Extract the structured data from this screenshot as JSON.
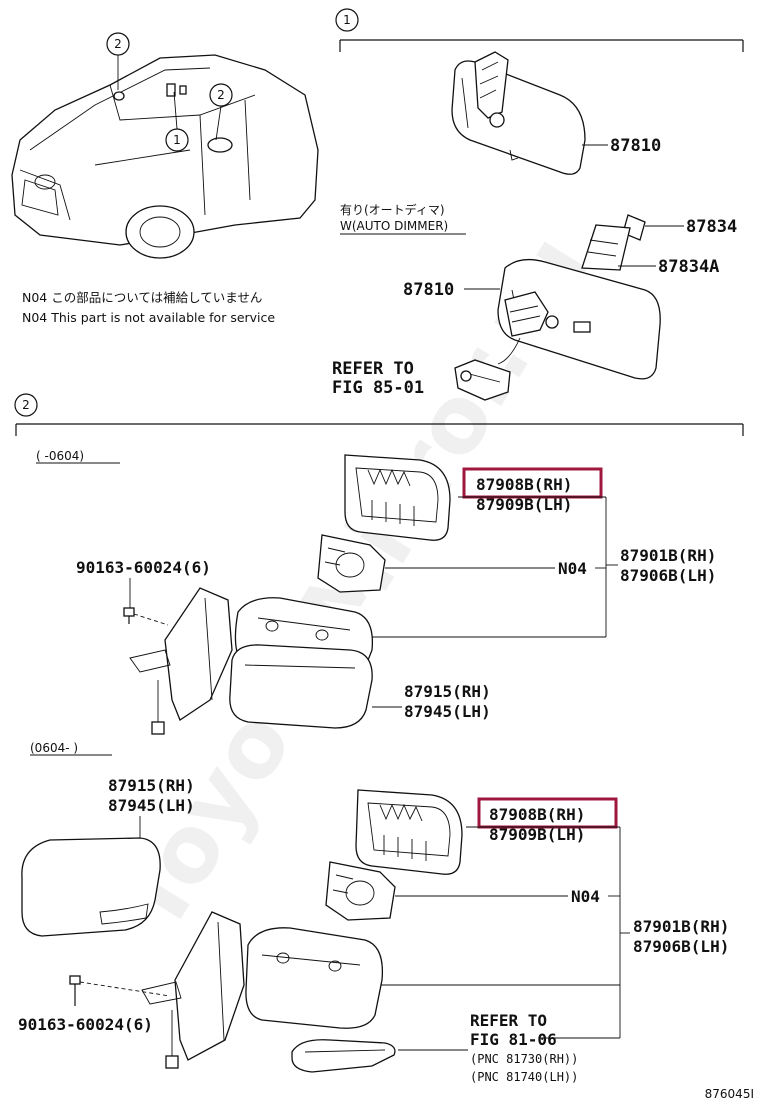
{
  "watermark": "ToyotaMirror.ru",
  "callouts": {
    "one": "1",
    "two": "2"
  },
  "section1": {
    "variant_jp": "有り(オートディマ)",
    "variant_en": "W(AUTO DIMMER)",
    "parts": {
      "p87810_top": "87810",
      "p87834": "87834",
      "p87834A": "87834A",
      "p87810_bottom": "87810"
    },
    "refer": {
      "line1": "REFER TO",
      "line2": "FIG 85-01"
    },
    "note_jp": "N04 この部品については補給していません",
    "note_en": "N04 This part is not available for service"
  },
  "section2": {
    "range_upper": "(      -0604)",
    "range_lower": "(0604-      )",
    "upper": {
      "bolt": "90163-60024(6)",
      "glass_rh": "87908B(RH)",
      "glass_lh": "87909B(LH)",
      "n04": "N04",
      "assy_rh": "87901B(RH)",
      "assy_lh": "87906B(LH)",
      "cover_rh": "87915(RH)",
      "cover_lh": "87945(LH)"
    },
    "lower": {
      "cover_rh": "87915(RH)",
      "cover_lh": "87945(LH)",
      "glass_rh": "87908B(RH)",
      "glass_lh": "87909B(LH)",
      "n04": "N04",
      "assy_rh": "87901B(RH)",
      "assy_lh": "87906B(LH)",
      "bolt": "90163-60024(6)",
      "refer_line1": "REFER TO",
      "refer_line2": "FIG 81-06",
      "pnc_rh": "(PNC 81730(RH))",
      "pnc_lh": "(PNC 81740(LH))"
    }
  },
  "figure_id": "876045I",
  "colors": {
    "highlight": "#a0173d",
    "line": "#111111"
  }
}
